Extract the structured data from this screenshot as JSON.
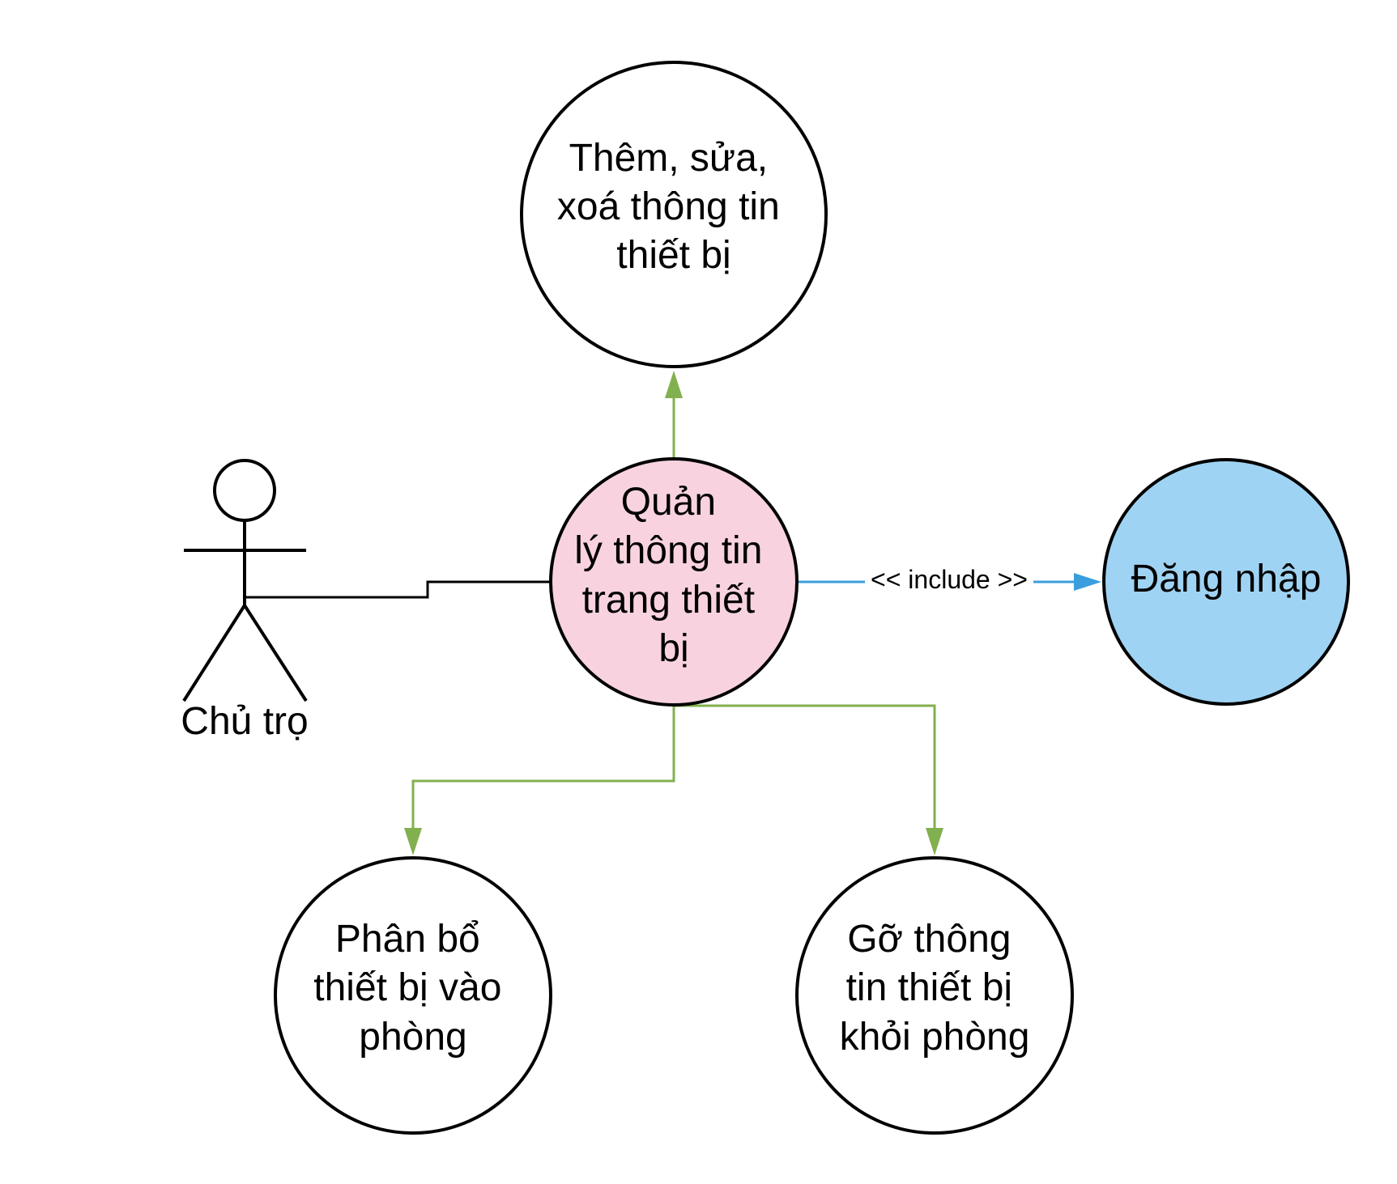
{
  "colors": {
    "background": "#ffffff",
    "stroke": "#000000",
    "extend_arrow": "#82b04f",
    "include_arrow": "#3a9ddd",
    "main_usecase_fill": "#f8d3df",
    "login_usecase_fill": "#9fd3f3",
    "default_usecase_fill": "#ffffff"
  },
  "actor": {
    "label": "Chủ trọ"
  },
  "usecases": {
    "main": {
      "lines": [
        "Quản",
        "lý thông tin",
        "trang thiết",
        "bị"
      ]
    },
    "add_edit_delete": {
      "lines": [
        "Thêm, sửa,",
        "xoá thông tin",
        "thiết bị"
      ]
    },
    "login": {
      "lines": [
        "Đăng nhập"
      ]
    },
    "assign": {
      "lines": [
        "Phân bổ",
        "thiết bị vào",
        "phòng"
      ]
    },
    "remove": {
      "lines": [
        "Gỡ thông",
        "tin thiết bị",
        "khỏi phòng"
      ]
    }
  },
  "relations": {
    "include_label": "<< include >>"
  }
}
